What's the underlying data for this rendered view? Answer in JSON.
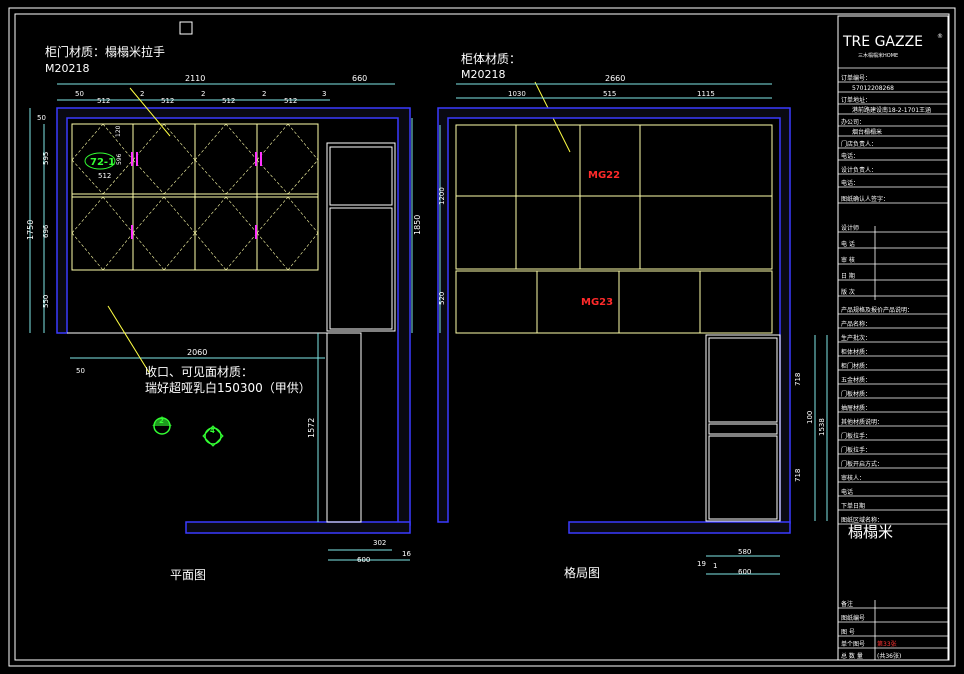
{
  "plan": {
    "door_material_label": "柜门材质：榻榻米拉手",
    "door_material_code": "M20218",
    "body_material_label": "柜体材质：",
    "body_material_code": "M20218",
    "edge_note_1": "收口、可见面材质：",
    "edge_note_2": "瑞好超哑乳白150300（甲供）",
    "tag_label": "72-1",
    "marker_1": "2",
    "marker_2": "4",
    "view_left_title": "平面图",
    "view_right_title": "格局图",
    "label_mg22": "MG22",
    "label_mg23": "MG23"
  },
  "dims_left": {
    "top_total": "2110",
    "top_right": "660",
    "top_s1": "512",
    "top_s2": "512",
    "top_s3": "512",
    "top_s4": "512",
    "top_g1": "2",
    "top_g2": "2",
    "top_g3": "2",
    "top_end": "3",
    "left_50a": "50",
    "left_50b": "50",
    "h_595": "595",
    "h_696": "696",
    "h_550": "550",
    "h_total": "1750",
    "h_right": "1850",
    "inner_512": "512",
    "inner_120": "120",
    "inner_596": "596",
    "bottom_2060": "2060",
    "bottom_50": "50",
    "right_1572": "1572",
    "bottom_302": "302",
    "bottom_16": "16",
    "bottom_600": "600"
  },
  "dims_right": {
    "top_total": "2660",
    "top_s1": "1030",
    "top_s2": "515",
    "top_s3": "1115",
    "left_1200": "1200",
    "left_520": "520",
    "right_718a": "718",
    "right_100": "100",
    "right_718b": "718",
    "right_total": "1538",
    "bottom_580": "580",
    "bottom_19": "19",
    "bottom_1": "1",
    "bottom_600": "600"
  },
  "title_block": {
    "brand": "TRE GAZZE",
    "brand_reg": "®",
    "brand_sub": "三木榻榻米HOME",
    "order_no_label": "订单编号：",
    "order_no": "57012208268",
    "address_label": "订单地址：",
    "address": "港前路建设南18-2-1701王涵",
    "dealer_label": "办公司：",
    "dealer": "烟台榻榻米",
    "store_label": "门店负责人：",
    "phone_label": "电话：",
    "designer_label": "设计负责人：",
    "phone2_label": "电话：",
    "product_label": "图纸确认人签字：",
    "r_design": "设计师",
    "r_phone": "电 话",
    "r_review": "审 核",
    "r_date": "日 期",
    "r_version": "版 次",
    "r_notes": "产品规格及报价产品说明：",
    "r1": "产品名称：",
    "r2": "生产批次：",
    "r3": "柜体材质：",
    "r4": "柜门材质：",
    "r5": "五金材质：",
    "r6": "门板材质：",
    "r7": "抽屉材质：",
    "r8": "其他材质说明：",
    "r9": "门板拉手：",
    "r10": "门板拉手：",
    "r11": "门板开启方式：",
    "r12": "审核人：",
    "r13": "电话",
    "r14": "下单日期",
    "r15": "图纸区域名称：",
    "area_name": "榻榻米",
    "f1": "备注",
    "f2": "图纸编号",
    "f3": "图 号",
    "f4_label": "单个图号",
    "f4_value": "第33张",
    "f5_label": "总 数 量",
    "f5_value": "(共36张)"
  }
}
